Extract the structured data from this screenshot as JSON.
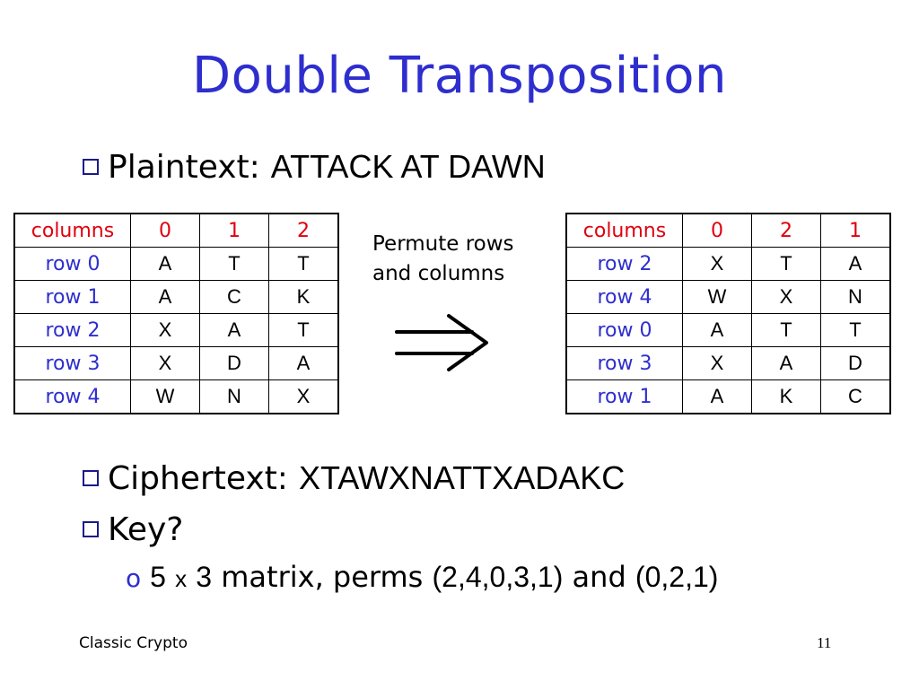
{
  "title": "Double Transposition",
  "plaintext": {
    "label": "Plaintext:",
    "value": "ATTACK AT DAWN"
  },
  "left_table": {
    "headers": [
      "columns",
      "0",
      "1",
      "2"
    ],
    "rows": [
      [
        "row 0",
        "A",
        "T",
        "T"
      ],
      [
        "row 1",
        "A",
        "C",
        "K"
      ],
      [
        "row 2",
        "X",
        "A",
        "T"
      ],
      [
        "row 3",
        "X",
        "D",
        "A"
      ],
      [
        "row 4",
        "W",
        "N",
        "X"
      ]
    ]
  },
  "note": {
    "line1": "Permute rows",
    "line2": "and columns"
  },
  "right_table": {
    "headers": [
      "columns",
      "0",
      "2",
      "1"
    ],
    "rows": [
      [
        "row 2",
        "X",
        "T",
        "A"
      ],
      [
        "row 4",
        "W",
        "X",
        "N"
      ],
      [
        "row 0",
        "A",
        "T",
        "T"
      ],
      [
        "row 3",
        "X",
        "A",
        "D"
      ],
      [
        "row 1",
        "A",
        "K",
        "C"
      ]
    ]
  },
  "ciphertext": {
    "label": "Ciphertext:",
    "value": "XTAWXNATTXADAKC"
  },
  "key": {
    "label": "Key?"
  },
  "sub_bullet": {
    "marker": "o",
    "p1": "5",
    "p2": "x",
    "p3": "3",
    "p4": "matrix, perms",
    "p5": "(2,4,0,3,1)",
    "p6": "and",
    "p7": "(0,2,1)"
  },
  "footer": {
    "left": "Classic Crypto",
    "page": "11"
  },
  "colors": {
    "title": "#2e2ecf",
    "header": "#e0000e",
    "row_label": "#2e2ecf"
  }
}
